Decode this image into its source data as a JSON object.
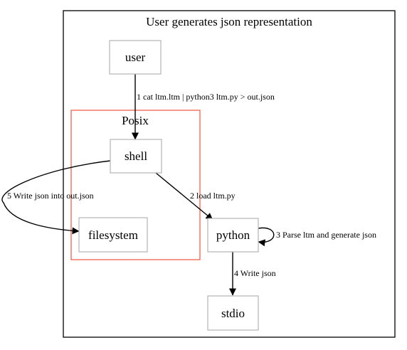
{
  "diagram": {
    "outer_cluster": {
      "label": "User generates json representation",
      "border_color": "#000000"
    },
    "inner_cluster": {
      "label": "Posix",
      "border_color": "#f0624a"
    },
    "nodes": {
      "user": "user",
      "shell": "shell",
      "filesystem": "filesystem",
      "python": "python",
      "stdio": "stdio",
      "border_color": "#b3b3b3"
    },
    "edges": {
      "e1": "1 cat ltm.ltm | python3 ltm.py > out.json",
      "e2": "2 load ltm.py",
      "e3": "3 Parse ltm and generate json",
      "e4": "4 Write json",
      "e5": "5 Write json into out.json"
    }
  }
}
